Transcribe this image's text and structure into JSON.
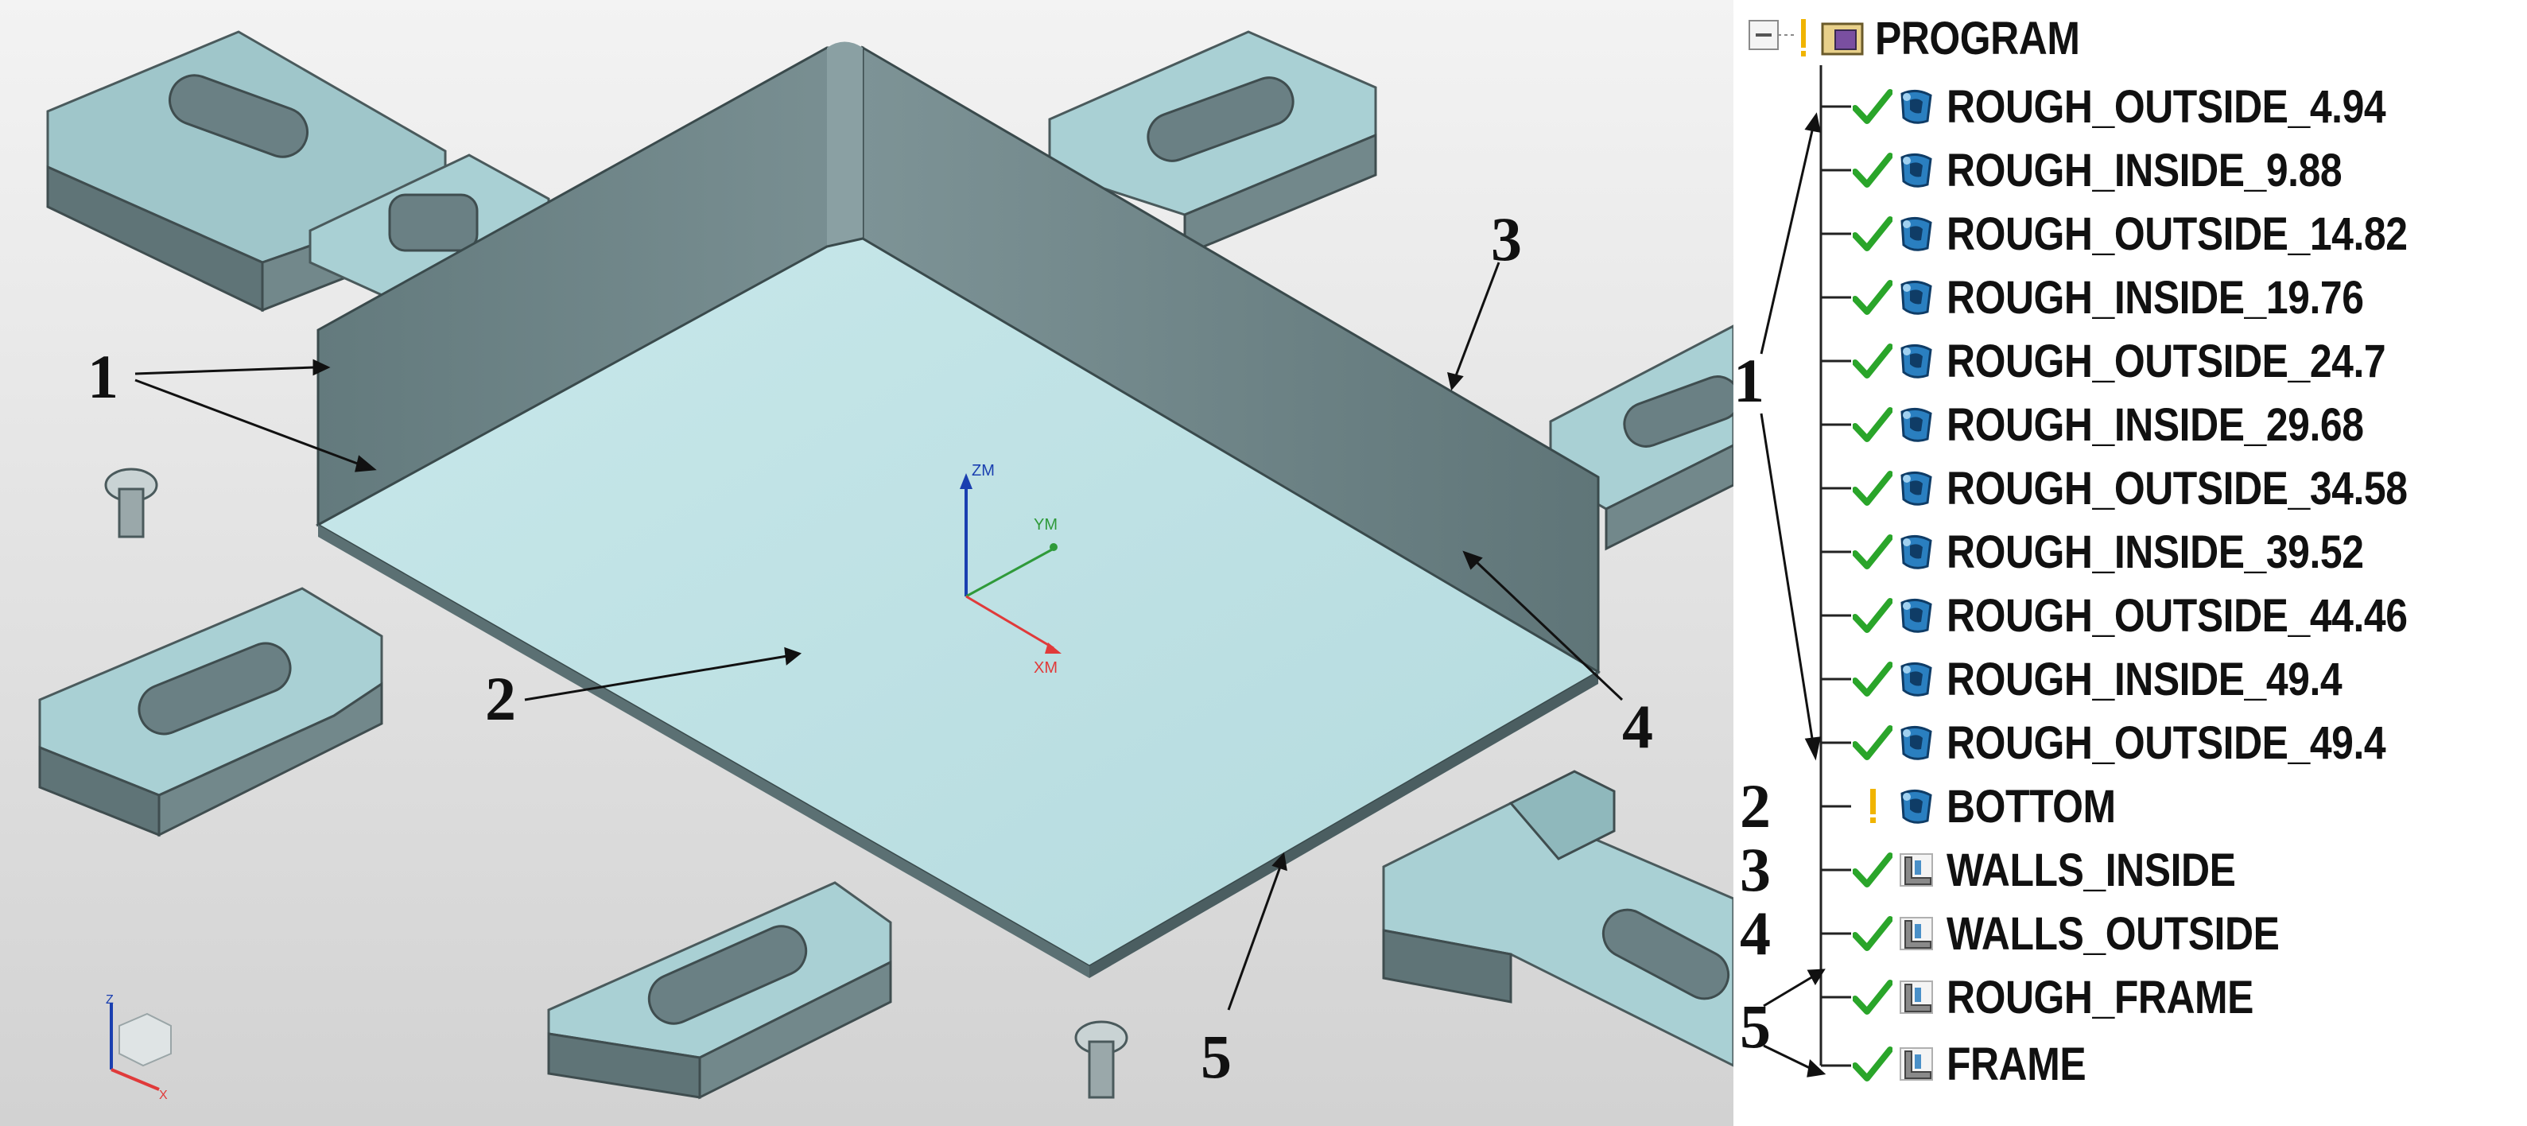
{
  "viewport": {
    "axes": {
      "z": "ZM",
      "y": "YM",
      "x": "XM"
    },
    "triad": {
      "z": "Z",
      "x": "X"
    },
    "callouts": [
      "1",
      "2",
      "3",
      "4",
      "5"
    ]
  },
  "tree": {
    "root_label": "PROGRAM",
    "items": [
      {
        "label": "ROUGH_OUTSIDE_4.94",
        "status": "check",
        "type": "cavity-mill"
      },
      {
        "label": "ROUGH_INSIDE_9.88",
        "status": "check",
        "type": "cavity-mill"
      },
      {
        "label": "ROUGH_OUTSIDE_14.82",
        "status": "check",
        "type": "cavity-mill"
      },
      {
        "label": "ROUGH_INSIDE_19.76",
        "status": "check",
        "type": "cavity-mill"
      },
      {
        "label": "ROUGH_OUTSIDE_24.7",
        "status": "check",
        "type": "cavity-mill"
      },
      {
        "label": "ROUGH_INSIDE_29.68",
        "status": "check",
        "type": "cavity-mill"
      },
      {
        "label": "ROUGH_OUTSIDE_34.58",
        "status": "check",
        "type": "cavity-mill"
      },
      {
        "label": "ROUGH_INSIDE_39.52",
        "status": "check",
        "type": "cavity-mill"
      },
      {
        "label": "ROUGH_OUTSIDE_44.46",
        "status": "check",
        "type": "cavity-mill"
      },
      {
        "label": "ROUGH_INSIDE_49.4",
        "status": "check",
        "type": "cavity-mill"
      },
      {
        "label": "ROUGH_OUTSIDE_49.4",
        "status": "check",
        "type": "cavity-mill"
      },
      {
        "label": "BOTTOM",
        "status": "warning",
        "type": "cavity-mill"
      },
      {
        "label": "WALLS_INSIDE",
        "status": "check",
        "type": "planar-profile"
      },
      {
        "label": "WALLS_OUTSIDE",
        "status": "check",
        "type": "planar-profile"
      },
      {
        "label": "ROUGH_FRAME",
        "status": "check",
        "type": "planar-profile"
      },
      {
        "label": "FRAME",
        "status": "check",
        "type": "planar-profile"
      }
    ],
    "callouts": {
      "group1": "1",
      "bottom": "2",
      "walls_inside": "3",
      "walls_outside": "4",
      "frame": "5"
    }
  },
  "colors": {
    "check": "#2aa52a",
    "warning": "#f0b400",
    "part_top": "#bfe3e6",
    "part_wall": "#6f8588",
    "background_top": "#f2f2f2",
    "background_bottom": "#d6d6d6"
  }
}
